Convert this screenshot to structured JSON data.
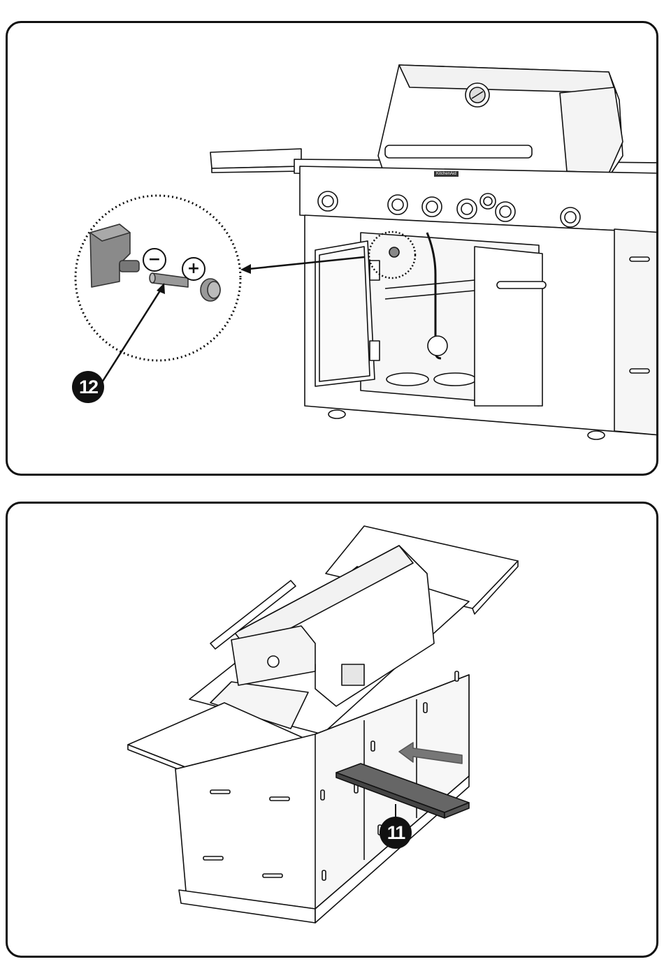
{
  "panels": [
    {
      "callout": "12",
      "polarity": {
        "negative": "−",
        "positive": "+"
      },
      "brand": "KitchenAid"
    },
    {
      "callout": "11"
    }
  ],
  "colors": {
    "line": "#111111",
    "fill": "#ffffff",
    "part_gray": "#8a8a8a",
    "arrow_gray": "#777777"
  }
}
